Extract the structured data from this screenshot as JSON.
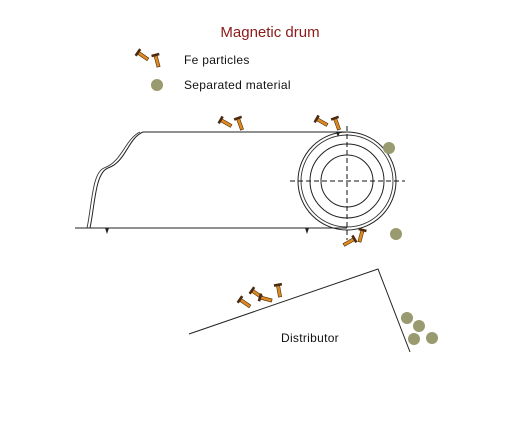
{
  "diagram": {
    "title": "Magnetic drum",
    "legend": [
      {
        "label": "Fe particles",
        "icon": "fe-particle-icon"
      },
      {
        "label": "Separated material",
        "icon": "separated-material-icon"
      }
    ],
    "distributor_label": "Distributor",
    "colors": {
      "title": "#8b1a1a",
      "fe_particle": "#e08a1e",
      "fe_particle_dark": "#4a2a10",
      "separated_material": "#9a9a70",
      "line": "#222222"
    }
  }
}
